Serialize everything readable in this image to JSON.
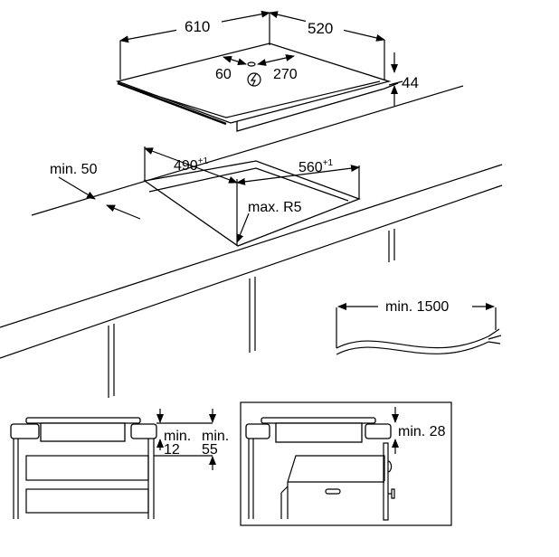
{
  "hob": {
    "width": "610",
    "depth": "520",
    "height": "44",
    "connection_left": "60",
    "connection_right": "270"
  },
  "cutout": {
    "width": "490",
    "depth": "560",
    "tolerance": "+1",
    "radius": "max. R5",
    "min_edge": "min. 50"
  },
  "cable": {
    "length": "min. 1500"
  },
  "section_drawers": {
    "min_label_a": "min.",
    "value_a": "12",
    "min_label_b": "min.",
    "value_b": "55"
  },
  "section_oven": {
    "label": "min. 28"
  },
  "icons": {
    "power": "lightning-bolt-circle-icon"
  }
}
